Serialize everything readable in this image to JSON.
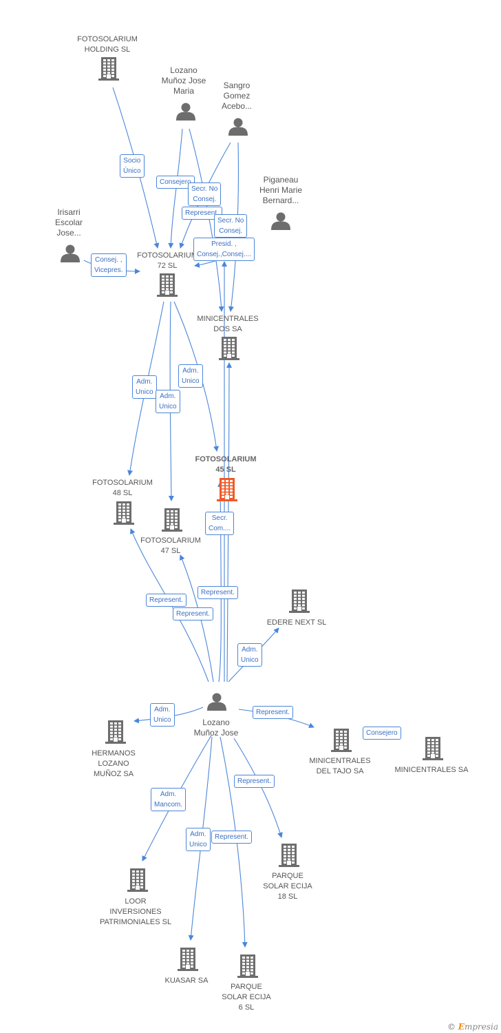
{
  "colors": {
    "edge": "#4a86d9",
    "icon": "#6d6d6d",
    "focus": "#f05a28",
    "label": "#555555"
  },
  "nodes": [
    {
      "id": "fh",
      "type": "company",
      "lines": [
        "FOTOSOLARIUM",
        "HOLDING  SL"
      ]
    },
    {
      "id": "lz1",
      "type": "person",
      "lines": [
        "Lozano",
        "Muñoz Jose",
        "Maria"
      ]
    },
    {
      "id": "sg",
      "type": "person",
      "lines": [
        "Sangro",
        "Gomez",
        "Acebo..."
      ]
    },
    {
      "id": "pg",
      "type": "person",
      "lines": [
        "Piganeau",
        "Henri Marie",
        "Bernard..."
      ]
    },
    {
      "id": "ir",
      "type": "person",
      "lines": [
        "Irisarri",
        "Escolar",
        "Jose..."
      ]
    },
    {
      "id": "f72",
      "type": "company",
      "lines": [
        "FOTOSOLARIUM",
        "72 SL"
      ]
    },
    {
      "id": "md",
      "type": "company",
      "lines": [
        "MINICENTRALES",
        "DOS SA"
      ]
    },
    {
      "id": "f45",
      "type": "focus",
      "lines": [
        "FOTOSOLARIUM",
        "45 SL"
      ]
    },
    {
      "id": "f48",
      "type": "company",
      "lines": [
        "FOTOSOLARIUM",
        "48 SL"
      ]
    },
    {
      "id": "f47",
      "type": "company",
      "lines": [
        "FOTOSOLARIUM",
        "47 SL"
      ]
    },
    {
      "id": "ed",
      "type": "company",
      "lines": [
        "EDERE NEXT SL"
      ]
    },
    {
      "id": "lz2",
      "type": "person",
      "lines": [
        "Lozano",
        "Muñoz Jose"
      ]
    },
    {
      "id": "hl",
      "type": "company",
      "lines": [
        "HERMANOS",
        "LOZANO",
        "MUÑOZ SA"
      ]
    },
    {
      "id": "mt",
      "type": "company",
      "lines": [
        "MINICENTRALES",
        "DEL TAJO SA"
      ]
    },
    {
      "id": "ms",
      "type": "company",
      "lines": [
        "MINICENTRALES SA"
      ]
    },
    {
      "id": "pe18",
      "type": "company",
      "lines": [
        "PARQUE",
        "SOLAR ECIJA",
        "18 SL"
      ]
    },
    {
      "id": "lo",
      "type": "company",
      "lines": [
        "LOOR",
        "INVERSIONES",
        "PATRIMONIALES SL"
      ]
    },
    {
      "id": "ku",
      "type": "company",
      "lines": [
        "KUASAR SA"
      ]
    },
    {
      "id": "pe6",
      "type": "company",
      "lines": [
        "PARQUE",
        "SOLAR ECIJA",
        "6 SL"
      ]
    }
  ],
  "edge_labels": [
    {
      "id": "e1",
      "lines": [
        "Socio",
        "Único"
      ]
    },
    {
      "id": "e2",
      "lines": [
        "Consejero"
      ]
    },
    {
      "id": "e3",
      "lines": [
        "Secr.  No",
        "Consej."
      ]
    },
    {
      "id": "e4",
      "lines": [
        "Represent."
      ]
    },
    {
      "id": "e5",
      "lines": [
        "Secr.  No",
        "Consej."
      ]
    },
    {
      "id": "e6",
      "lines": [
        "Presid. ,",
        "Consej.,Consej...."
      ]
    },
    {
      "id": "e7",
      "lines": [
        "Consej. ,",
        "Vicepres."
      ]
    },
    {
      "id": "e8",
      "lines": [
        "Adm.",
        "Unico"
      ]
    },
    {
      "id": "e9",
      "lines": [
        "Adm.",
        "Unico"
      ]
    },
    {
      "id": "e10",
      "lines": [
        "Adm.",
        "Unico"
      ]
    },
    {
      "id": "e11",
      "lines": [
        "Secr.",
        "Com...."
      ]
    },
    {
      "id": "e12",
      "lines": [
        "Represent."
      ]
    },
    {
      "id": "e13",
      "lines": [
        "Represent."
      ]
    },
    {
      "id": "e14",
      "lines": [
        "Represent."
      ]
    },
    {
      "id": "e15",
      "lines": [
        "Adm.",
        "Unico"
      ]
    },
    {
      "id": "e16",
      "lines": [
        "Adm.",
        "Unico"
      ]
    },
    {
      "id": "e17",
      "lines": [
        "Represent."
      ]
    },
    {
      "id": "e18",
      "lines": [
        "Consejero"
      ]
    },
    {
      "id": "e19",
      "lines": [
        "Represent."
      ]
    },
    {
      "id": "e20",
      "lines": [
        "Adm.",
        "Mancom."
      ]
    },
    {
      "id": "e21",
      "lines": [
        "Adm.",
        "Unico"
      ]
    },
    {
      "id": "e22",
      "lines": [
        "Represent."
      ]
    }
  ],
  "brand": {
    "symbol": "©",
    "e": "E",
    "rest": "mpresia"
  }
}
